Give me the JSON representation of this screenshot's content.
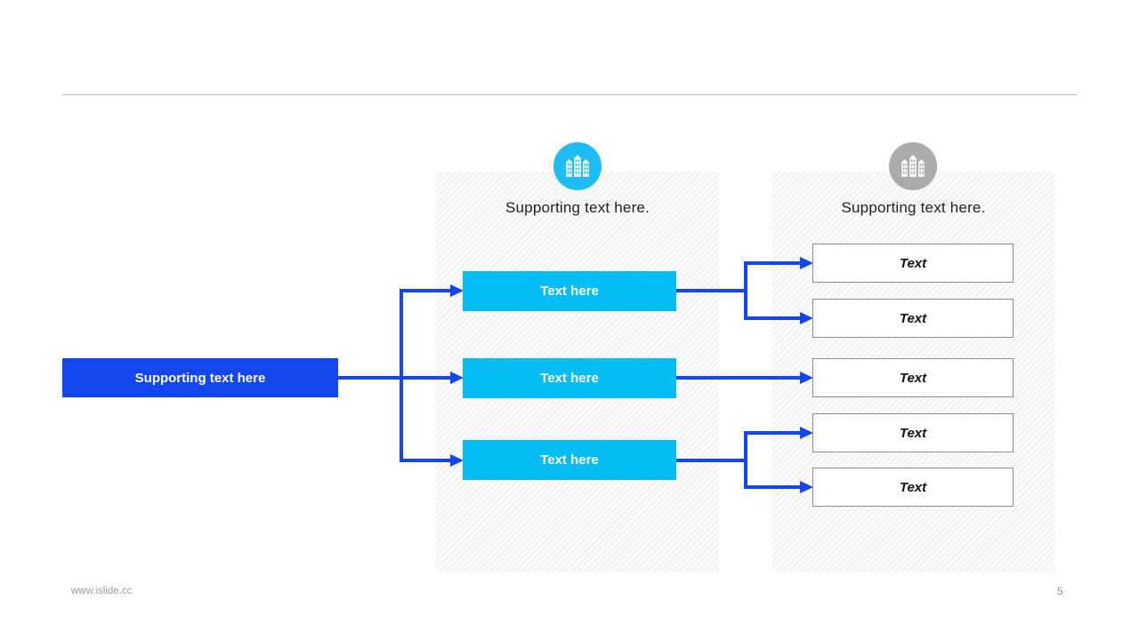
{
  "page": {
    "footer_url": "www.islide.cc",
    "page_number": "5"
  },
  "colors": {
    "accent_blue": "#1246ef",
    "cyan": "#05bdf2",
    "circle_cyan": "#1fbef2",
    "circle_gray": "#ababab",
    "panel_bg": "#fbfbfb",
    "leaf_border": "#8c8c8c"
  },
  "diagram": {
    "root": {
      "label": "Supporting text here"
    },
    "columns": [
      {
        "icon": "buildings-icon",
        "icon_color": "cyan",
        "title": "Supporting text here.",
        "nodes": [
          "Text here",
          "Text here",
          "Text here"
        ]
      },
      {
        "icon": "buildings-icon",
        "icon_color": "gray",
        "title": "Supporting text here.",
        "nodes": [
          "Text",
          "Text",
          "Text",
          "Text",
          "Text"
        ]
      }
    ]
  }
}
